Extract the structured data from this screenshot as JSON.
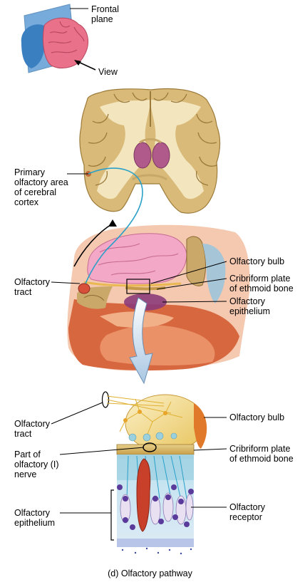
{
  "labels": {
    "frontal_plane": "Frontal\nplane",
    "view": "View",
    "primary_olfactory_area": "Primary\nolfactory area\nof cerebral\ncortex",
    "olfactory_tract_upper": "Olfactory\ntract",
    "olfactory_bulb_upper": "Olfactory bulb",
    "cribriform_plate_upper": "Cribriform plate\nof ethmoid bone",
    "olfactory_epithelium_upper": "Olfactory\nepithelium",
    "olfactory_tract_lower": "Olfactory\ntract",
    "olfactory_bulb_lower": "Olfactory bulb",
    "part_of_olfactory_nerve": "Part of\nolfactory (I)\nnerve",
    "cribriform_plate_lower": "Cribriform plate\nof ethmoid bone",
    "olfactory_epithelium_lower": "Olfactory\nepithelium",
    "olfactory_receptor": "Olfactory\nreceptor"
  },
  "caption": "(d) Olfactory pathway",
  "colors": {
    "brain_pink": "#e9728a",
    "plane_blue": "#4a8fcf",
    "cortex_tan": "#d9ba78",
    "white_matter": "#f3e6bf",
    "nerve_blue": "#2aa0c8",
    "bulb_yellow": "#f1d98a",
    "epithelium_purple": "#7a4fa0"
  }
}
